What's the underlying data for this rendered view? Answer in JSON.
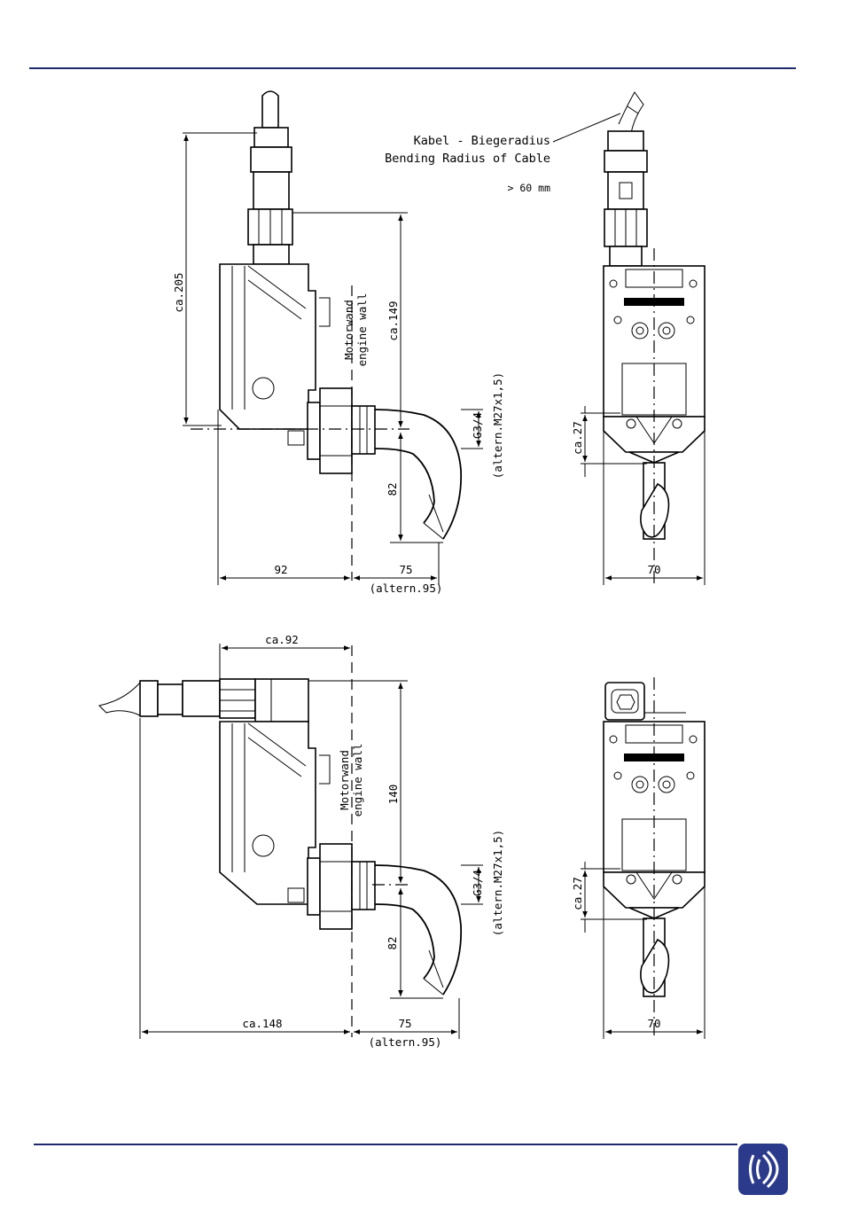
{
  "colors": {
    "rule": "#1f2a6e",
    "logo": "#2c3a8c",
    "ink": "#000000"
  },
  "logo": {
    "icon": "sound-waves-icon"
  },
  "view_top_side": {
    "dim_total_height": "ca.205",
    "dim_height": "ca.149",
    "wall_de": "Motorwand",
    "wall_en": "engine wall",
    "thread": "G3/4",
    "thread_alt": "(altern.M27x1,5)",
    "dim_bend": "82",
    "dim_left": "92",
    "dim_right": "75",
    "dim_right_alt": "(altern.95)"
  },
  "view_top_front": {
    "cable_de": "Kabel - Biegeradius",
    "cable_en": "Bending Radius of Cable",
    "bend_radius": "> 60 mm",
    "dim_27": "ca.27",
    "dim_width": "70"
  },
  "view_bottom_side": {
    "dim_top": "ca.92",
    "wall_de": "Motorwand",
    "wall_en": "engine wall",
    "dim_height": "140",
    "thread": "G3/4",
    "thread_alt": "(altern.M27x1,5)",
    "dim_bend": "82",
    "dim_left": "ca.148",
    "dim_right": "75",
    "dim_right_alt": "(altern.95)"
  },
  "view_bottom_front": {
    "dim_27": "ca.27",
    "dim_width": "70"
  }
}
